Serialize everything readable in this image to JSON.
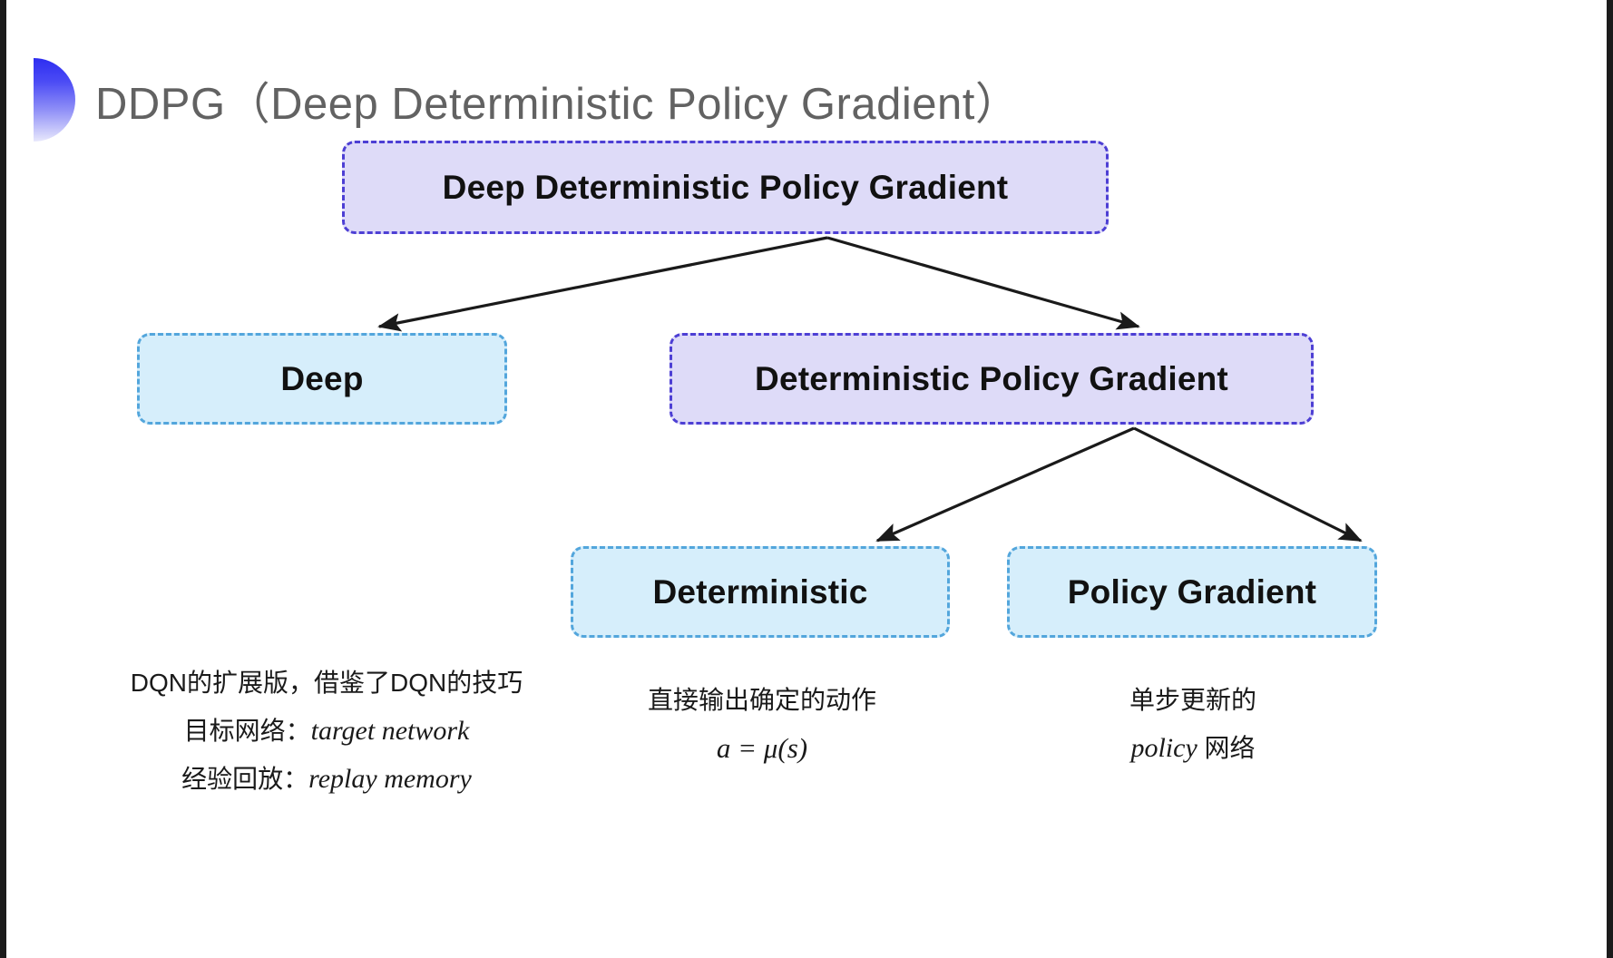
{
  "slide": {
    "title": "DDPG（Deep Deterministic Policy Gradient）",
    "background_color": "#ffffff",
    "accent_color": "#3c3cf2"
  },
  "diagram": {
    "type": "tree",
    "palette": {
      "purple_fill": "#dedbf8",
      "purple_border": "#4d3fd4",
      "blue_fill": "#d6eefb",
      "blue_border": "#53a6dc",
      "arrow_color": "#1a1a1a",
      "title_color": "#626262"
    },
    "nodes": [
      {
        "id": "root",
        "label": "Deep Deterministic Policy Gradient",
        "style": "purple",
        "level": 0
      },
      {
        "id": "deep",
        "label": "Deep",
        "style": "blue",
        "level": 1
      },
      {
        "id": "dpg",
        "label": "Deterministic Policy Gradient",
        "style": "purple",
        "level": 1
      },
      {
        "id": "det",
        "label": "Deterministic",
        "style": "blue",
        "level": 2
      },
      {
        "id": "pg",
        "label": "Policy Gradient",
        "style": "blue",
        "level": 2
      }
    ],
    "edges": [
      {
        "from": "root",
        "to": "deep"
      },
      {
        "from": "root",
        "to": "dpg"
      },
      {
        "from": "dpg",
        "to": "det"
      },
      {
        "from": "dpg",
        "to": "pg"
      }
    ]
  },
  "annotations": {
    "deep": {
      "line1": "DQN的扩展版，借鉴了DQN的技巧",
      "line2_label": "目标网络：",
      "line2_italic": "target network",
      "line3_label": "经验回放：",
      "line3_italic": "replay memory"
    },
    "deterministic": {
      "line1": "直接输出确定的动作",
      "line2": "a = μ(s)"
    },
    "policy_gradient": {
      "line1": "单步更新的",
      "line2_italic": "policy",
      "line2_suffix": " 网络"
    }
  }
}
